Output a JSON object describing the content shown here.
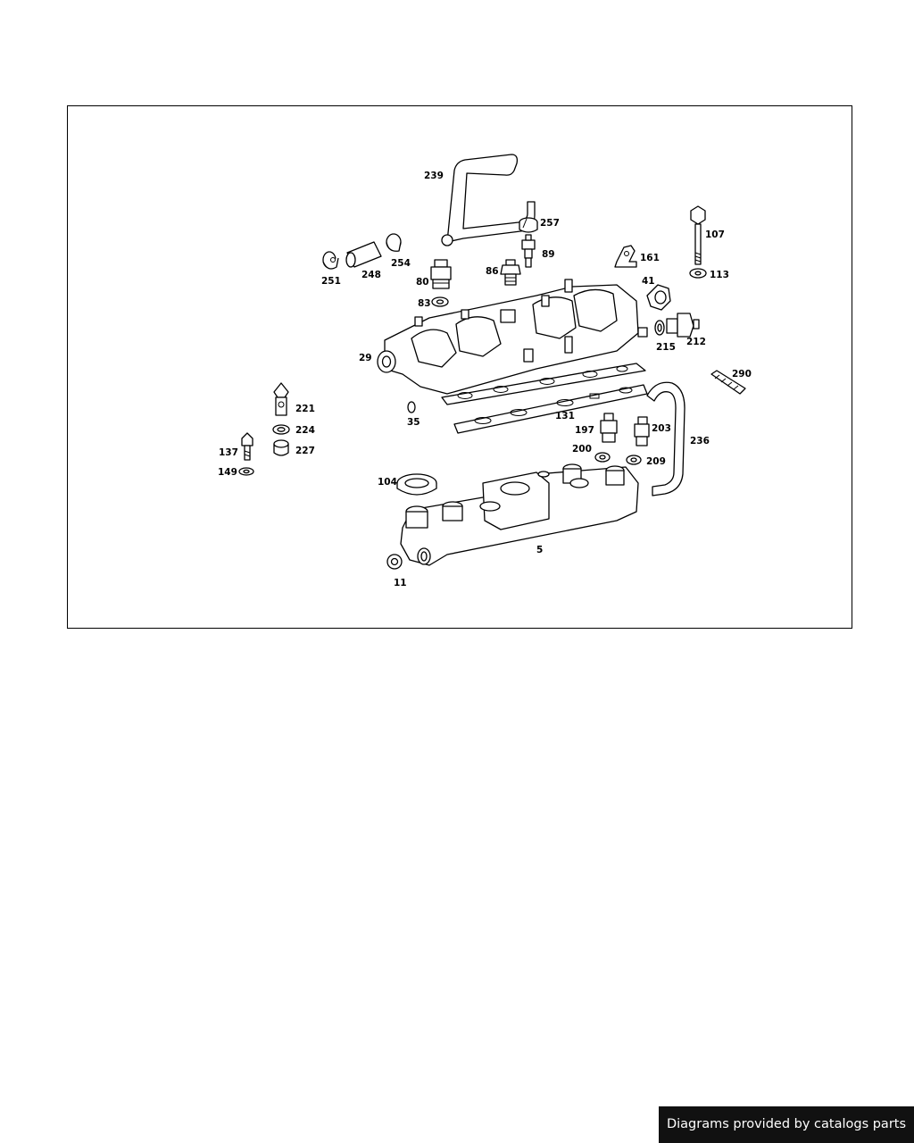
{
  "diagram": {
    "labels": [
      {
        "id": "p239",
        "text": "239"
      },
      {
        "id": "p257",
        "text": "257"
      },
      {
        "id": "p107",
        "text": "107"
      },
      {
        "id": "p89",
        "text": "89"
      },
      {
        "id": "p161",
        "text": "161"
      },
      {
        "id": "p254",
        "text": "254"
      },
      {
        "id": "p86",
        "text": "86"
      },
      {
        "id": "p248",
        "text": "248"
      },
      {
        "id": "p251",
        "text": "251"
      },
      {
        "id": "p80",
        "text": "80"
      },
      {
        "id": "p113",
        "text": "113"
      },
      {
        "id": "p41",
        "text": "41"
      },
      {
        "id": "p83",
        "text": "83"
      },
      {
        "id": "p212",
        "text": "212"
      },
      {
        "id": "p215",
        "text": "215"
      },
      {
        "id": "p29",
        "text": "29"
      },
      {
        "id": "p290",
        "text": "290"
      },
      {
        "id": "p221",
        "text": "221"
      },
      {
        "id": "p35",
        "text": "35"
      },
      {
        "id": "p131",
        "text": "131"
      },
      {
        "id": "p224",
        "text": "224"
      },
      {
        "id": "p197",
        "text": "197"
      },
      {
        "id": "p203",
        "text": "203"
      },
      {
        "id": "p236",
        "text": "236"
      },
      {
        "id": "p137",
        "text": "137"
      },
      {
        "id": "p227",
        "text": "227"
      },
      {
        "id": "p200",
        "text": "200"
      },
      {
        "id": "p209",
        "text": "209"
      },
      {
        "id": "p149",
        "text": "149"
      },
      {
        "id": "p104",
        "text": "104"
      },
      {
        "id": "p5",
        "text": "5"
      },
      {
        "id": "p11",
        "text": "11"
      }
    ]
  },
  "footer": {
    "credit": "Diagrams provided by catalogs parts"
  }
}
